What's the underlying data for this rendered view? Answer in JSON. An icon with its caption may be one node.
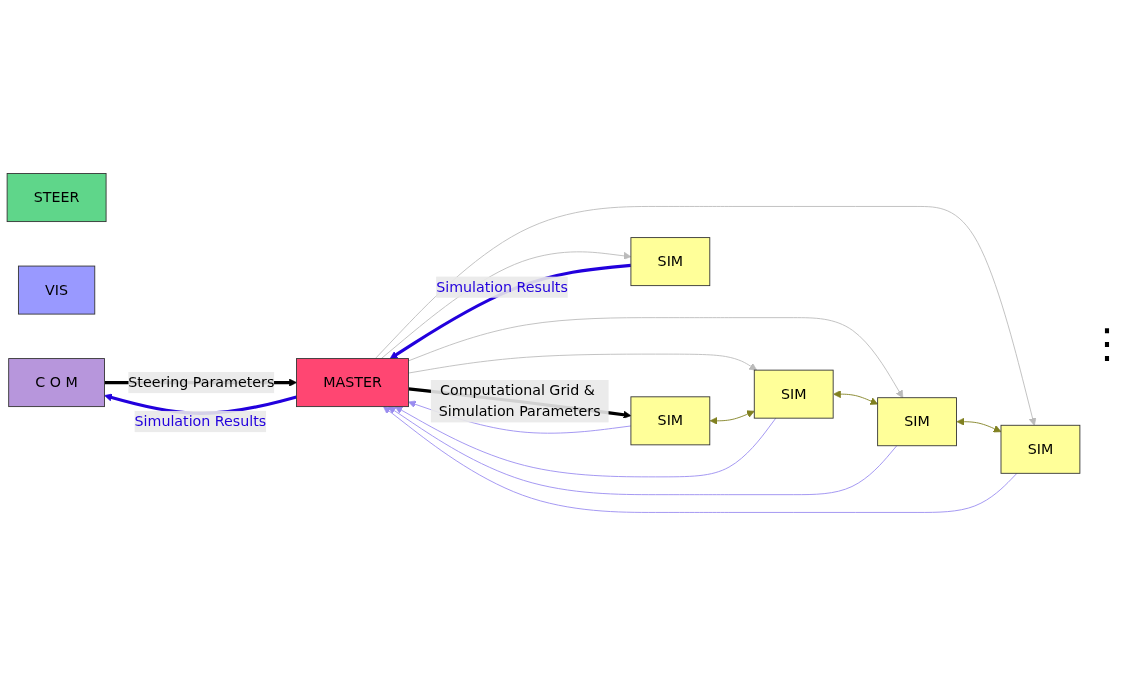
{
  "diagram": {
    "nodes": [
      {
        "text": [
          "STEER"
        ]
      },
      {
        "text": [
          "VIS"
        ]
      },
      {
        "text": [
          "C O M"
        ]
      },
      {
        "text": [
          "MASTER"
        ]
      },
      {
        "text": [
          "SIM"
        ]
      },
      {
        "text": [
          "SIM"
        ]
      },
      {
        "text": [
          "SIM"
        ]
      },
      {
        "text": [
          "SIM"
        ]
      },
      {
        "text": [
          "SIM"
        ]
      }
    ],
    "edges": [
      {
        "from": 2,
        "to": 3,
        "arrow": "to",
        "label": "Steering Parameters",
        "style": "thick",
        "color": "#000000"
      },
      {
        "from": 3,
        "to": 2,
        "arrow": "to",
        "label": "Simulation Results",
        "style": "thick",
        "color": "#2200dd"
      },
      {
        "from": 3,
        "to": 4,
        "arrow": "to",
        "label": "Computational Grid & Simulation Parameters",
        "style": "thick",
        "color": "#000000"
      },
      {
        "from": 3,
        "to": 5,
        "arrow": "to",
        "color": "#bbbbbb"
      },
      {
        "from": 3,
        "to": 6,
        "arrow": "to",
        "color": "#bbbbbb"
      },
      {
        "from": 3,
        "to": 7,
        "arrow": "to",
        "color": "#bbbbbb"
      },
      {
        "from": 3,
        "to": 8,
        "arrow": "to",
        "color": "#bbbbbb"
      },
      {
        "from": 4,
        "to": 3,
        "arrow": "to",
        "color": "#9a8cf0"
      },
      {
        "from": 5,
        "to": 3,
        "arrow": "to",
        "color": "#9a8cf0"
      },
      {
        "from": 6,
        "to": 3,
        "arrow": "to",
        "color": "#9a8cf0"
      },
      {
        "from": 7,
        "to": 3,
        "arrow": "to",
        "color": "#9a8cf0"
      },
      {
        "from": 8,
        "to": 3,
        "arrow": "to",
        "label": "Simulation Results",
        "style": "thick",
        "color": "#2200dd"
      },
      {
        "from": 4,
        "to": 5,
        "arrow": "both",
        "color": "#808020"
      },
      {
        "from": 5,
        "to": 6,
        "arrow": "both",
        "color": "#808020"
      },
      {
        "from": 6,
        "to": 7,
        "arrow": "both",
        "color": "#808020"
      }
    ],
    "labels": [
      "⋮"
    ]
  }
}
